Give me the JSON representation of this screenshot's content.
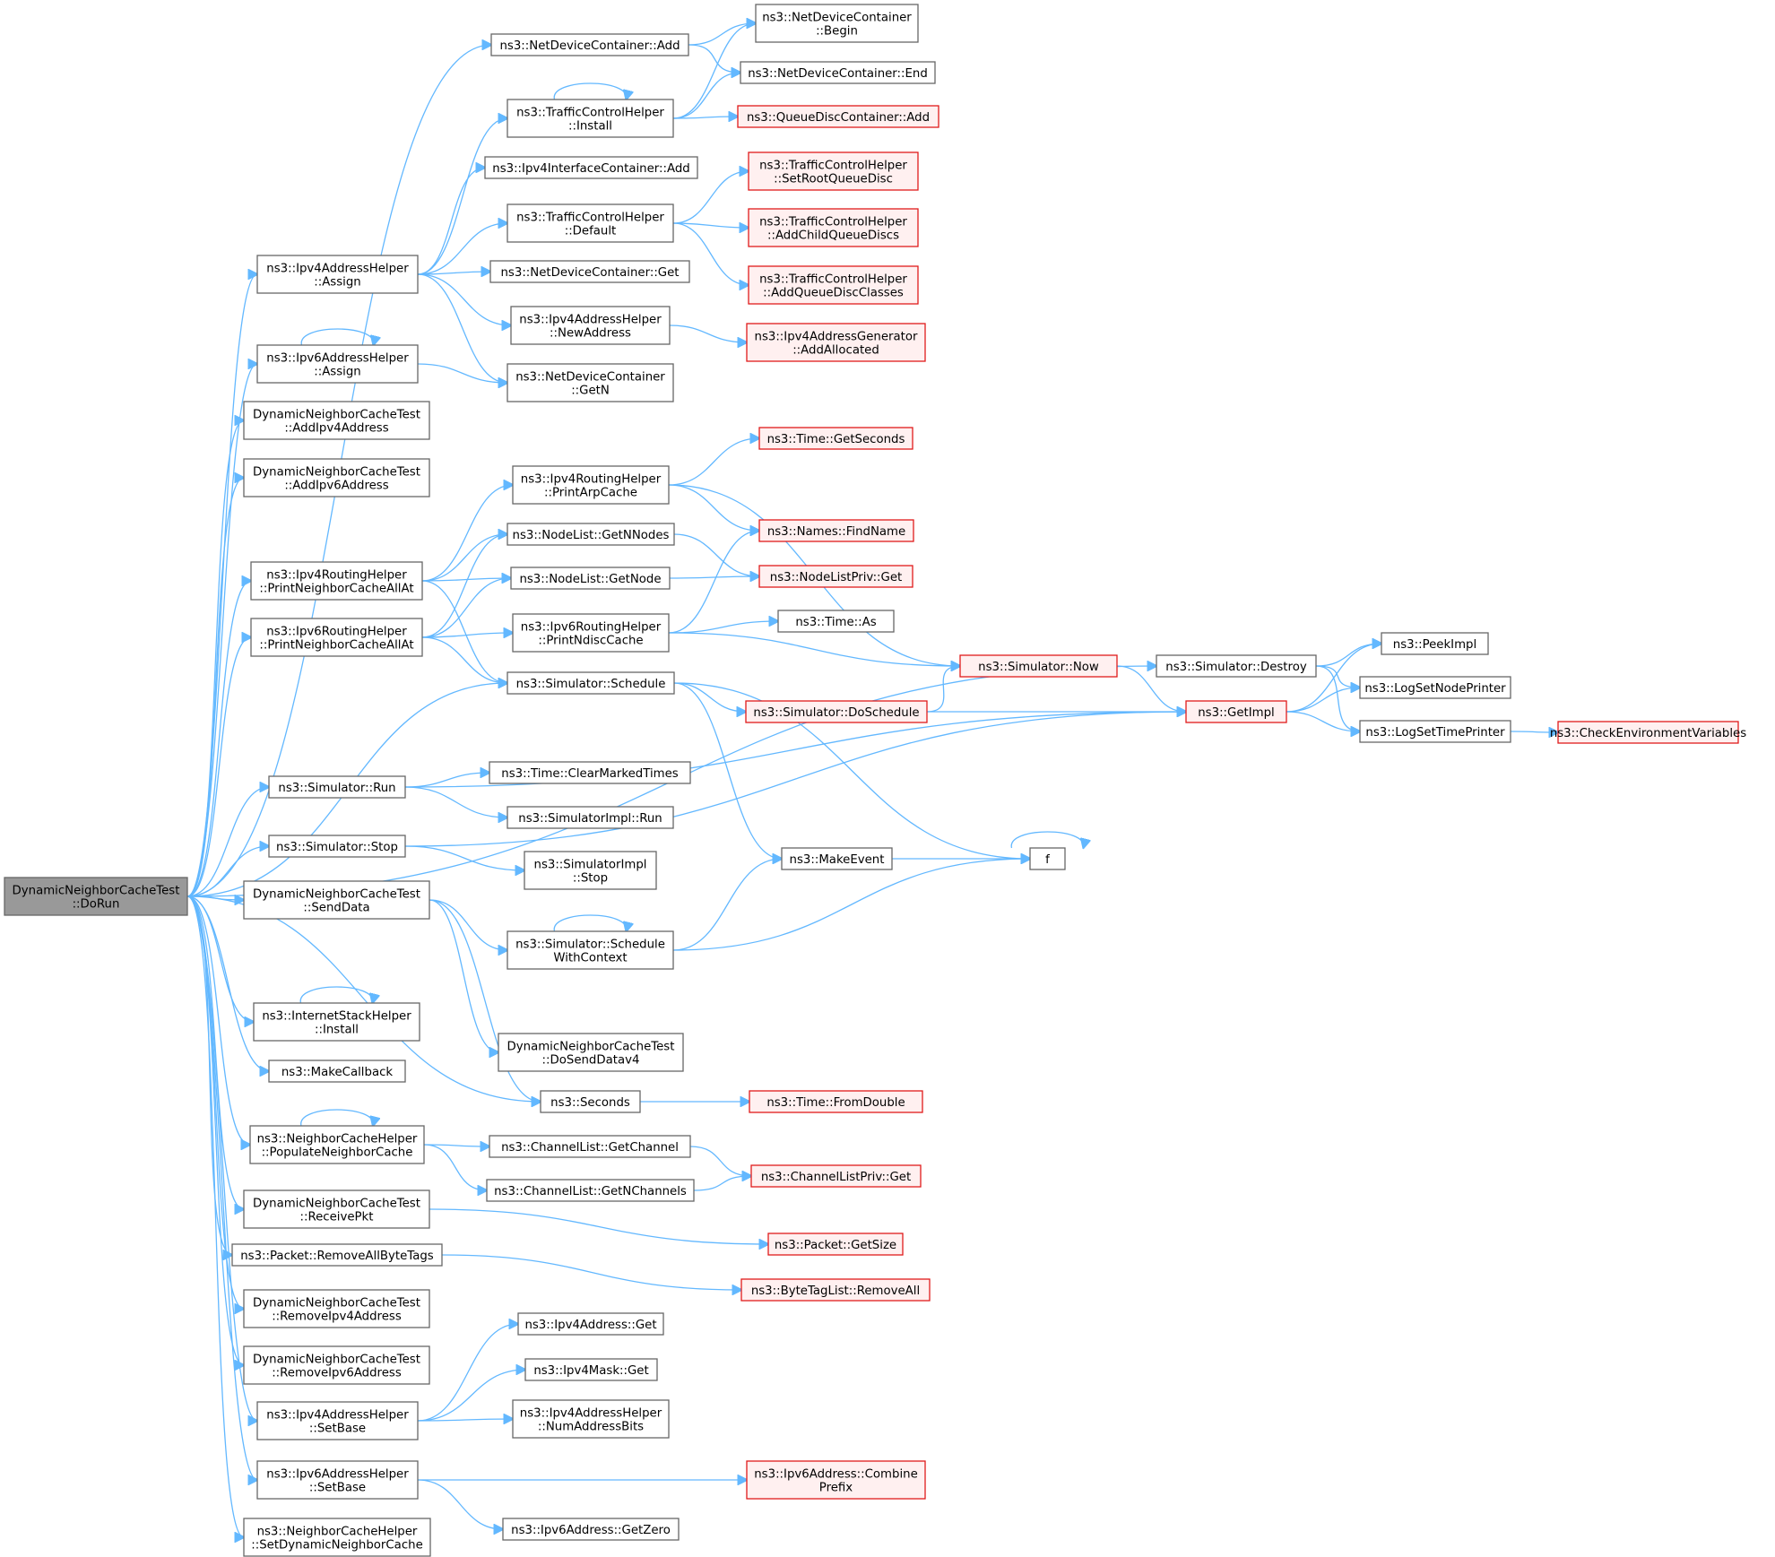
{
  "diagram": {
    "type": "call-graph",
    "nodes": [
      {
        "id": "doRun",
        "lines": [
          "DynamicNeighborCacheTest",
          "::DoRun"
        ],
        "style": "root"
      },
      {
        "id": "ndcAdd",
        "lines": [
          "ns3::NetDeviceContainer::Add"
        ],
        "style": "normal"
      },
      {
        "id": "ndcBegin",
        "lines": [
          "ns3::NetDeviceContainer",
          "::Begin"
        ],
        "style": "normal"
      },
      {
        "id": "ndcEnd",
        "lines": [
          "ns3::NetDeviceContainer::End"
        ],
        "style": "normal"
      },
      {
        "id": "tchInstall",
        "lines": [
          "ns3::TrafficControlHelper",
          "::Install"
        ],
        "style": "normal"
      },
      {
        "id": "qdcAdd",
        "lines": [
          "ns3::QueueDiscContainer::Add"
        ],
        "style": "red"
      },
      {
        "id": "iicAdd",
        "lines": [
          "ns3::Ipv4InterfaceContainer::Add"
        ],
        "style": "normal"
      },
      {
        "id": "tchSetRoot",
        "lines": [
          "ns3::TrafficControlHelper",
          "::SetRootQueueDisc"
        ],
        "style": "red"
      },
      {
        "id": "tchDefault",
        "lines": [
          "ns3::TrafficControlHelper",
          "::Default"
        ],
        "style": "normal"
      },
      {
        "id": "tchAddChild",
        "lines": [
          "ns3::TrafficControlHelper",
          "::AddChildQueueDiscs"
        ],
        "style": "red"
      },
      {
        "id": "ipv4ahAssign",
        "lines": [
          "ns3::Ipv4AddressHelper",
          "::Assign"
        ],
        "style": "normal"
      },
      {
        "id": "ndcGet",
        "lines": [
          "ns3::NetDeviceContainer::Get"
        ],
        "style": "normal"
      },
      {
        "id": "tchAddClasses",
        "lines": [
          "ns3::TrafficControlHelper",
          "::AddQueueDiscClasses"
        ],
        "style": "red"
      },
      {
        "id": "ipv4ahNewAddr",
        "lines": [
          "ns3::Ipv4AddressHelper",
          "::NewAddress"
        ],
        "style": "normal"
      },
      {
        "id": "ipv4agAddAlloc",
        "lines": [
          "ns3::Ipv4AddressGenerator",
          "::AddAllocated"
        ],
        "style": "red"
      },
      {
        "id": "ipv6ahAssign",
        "lines": [
          "ns3::Ipv6AddressHelper",
          "::Assign"
        ],
        "style": "normal"
      },
      {
        "id": "ndcGetN",
        "lines": [
          "ns3::NetDeviceContainer",
          "::GetN"
        ],
        "style": "normal"
      },
      {
        "id": "dnctAddIpv4",
        "lines": [
          "DynamicNeighborCacheTest",
          "::AddIpv4Address"
        ],
        "style": "normal"
      },
      {
        "id": "dnctAddIpv6",
        "lines": [
          "DynamicNeighborCacheTest",
          "::AddIpv6Address"
        ],
        "style": "normal"
      },
      {
        "id": "timeGetSeconds",
        "lines": [
          "ns3::Time::GetSeconds"
        ],
        "style": "red"
      },
      {
        "id": "ipv4rhPrintArp",
        "lines": [
          "ns3::Ipv4RoutingHelper",
          "::PrintArpCache"
        ],
        "style": "normal"
      },
      {
        "id": "namesFindName",
        "lines": [
          "ns3::Names::FindName"
        ],
        "style": "red"
      },
      {
        "id": "nlGetNNodes",
        "lines": [
          "ns3::NodeList::GetNNodes"
        ],
        "style": "normal"
      },
      {
        "id": "ipv4rhPrintNC",
        "lines": [
          "ns3::Ipv4RoutingHelper",
          "::PrintNeighborCacheAllAt"
        ],
        "style": "normal"
      },
      {
        "id": "nlGetNode",
        "lines": [
          "ns3::NodeList::GetNode"
        ],
        "style": "normal"
      },
      {
        "id": "nlpGet",
        "lines": [
          "ns3::NodeListPriv::Get"
        ],
        "style": "red"
      },
      {
        "id": "ipv6rhPrintNC",
        "lines": [
          "ns3::Ipv6RoutingHelper",
          "::PrintNeighborCacheAllAt"
        ],
        "style": "normal"
      },
      {
        "id": "ipv6rhPrintNdisc",
        "lines": [
          "ns3::Ipv6RoutingHelper",
          "::PrintNdiscCache"
        ],
        "style": "normal"
      },
      {
        "id": "timeAs",
        "lines": [
          "ns3::Time::As"
        ],
        "style": "normal"
      },
      {
        "id": "simDestroy",
        "lines": [
          "ns3::Simulator::Destroy"
        ],
        "style": "normal"
      },
      {
        "id": "peekImpl",
        "lines": [
          "ns3::PeekImpl"
        ],
        "style": "normal"
      },
      {
        "id": "simNow",
        "lines": [
          "ns3::Simulator::Now"
        ],
        "style": "red"
      },
      {
        "id": "logSetNodePrinter",
        "lines": [
          "ns3::LogSetNodePrinter"
        ],
        "style": "normal"
      },
      {
        "id": "simSchedule",
        "lines": [
          "ns3::Simulator::Schedule"
        ],
        "style": "normal"
      },
      {
        "id": "simDoSchedule",
        "lines": [
          "ns3::Simulator::DoSchedule"
        ],
        "style": "red"
      },
      {
        "id": "getImpl",
        "lines": [
          "ns3::GetImpl"
        ],
        "style": "red"
      },
      {
        "id": "logSetTimePrinter",
        "lines": [
          "ns3::LogSetTimePrinter"
        ],
        "style": "normal"
      },
      {
        "id": "checkEnv",
        "lines": [
          "ns3::CheckEnvironmentVariables"
        ],
        "style": "red"
      },
      {
        "id": "simRun",
        "lines": [
          "ns3::Simulator::Run"
        ],
        "style": "normal"
      },
      {
        "id": "timeClearMarked",
        "lines": [
          "ns3::Time::ClearMarkedTimes"
        ],
        "style": "normal"
      },
      {
        "id": "simImplRun",
        "lines": [
          "ns3::SimulatorImpl::Run"
        ],
        "style": "normal"
      },
      {
        "id": "simStop",
        "lines": [
          "ns3::Simulator::Stop"
        ],
        "style": "normal"
      },
      {
        "id": "simImplStop",
        "lines": [
          "ns3::SimulatorImpl",
          "::Stop"
        ],
        "style": "normal"
      },
      {
        "id": "makeEvent",
        "lines": [
          "ns3::MakeEvent"
        ],
        "style": "normal"
      },
      {
        "id": "f",
        "lines": [
          "f"
        ],
        "style": "normal"
      },
      {
        "id": "dnctSendData",
        "lines": [
          "DynamicNeighborCacheTest",
          "::SendData"
        ],
        "style": "normal"
      },
      {
        "id": "simScheduleWC",
        "lines": [
          "ns3::Simulator::Schedule",
          "WithContext"
        ],
        "style": "normal"
      },
      {
        "id": "ishInstall",
        "lines": [
          "ns3::InternetStackHelper",
          "::Install"
        ],
        "style": "normal"
      },
      {
        "id": "dnctDoSendV4",
        "lines": [
          "DynamicNeighborCacheTest",
          "::DoSendDatav4"
        ],
        "style": "normal"
      },
      {
        "id": "makeCallback",
        "lines": [
          "ns3::MakeCallback"
        ],
        "style": "normal"
      },
      {
        "id": "seconds",
        "lines": [
          "ns3::Seconds"
        ],
        "style": "normal"
      },
      {
        "id": "timeFromDouble",
        "lines": [
          "ns3::Time::FromDouble"
        ],
        "style": "red"
      },
      {
        "id": "nchPopulate",
        "lines": [
          "ns3::NeighborCacheHelper",
          "::PopulateNeighborCache"
        ],
        "style": "normal"
      },
      {
        "id": "clGetChannel",
        "lines": [
          "ns3::ChannelList::GetChannel"
        ],
        "style": "normal"
      },
      {
        "id": "clpGet",
        "lines": [
          "ns3::ChannelListPriv::Get"
        ],
        "style": "red"
      },
      {
        "id": "clGetNChannels",
        "lines": [
          "ns3::ChannelList::GetNChannels"
        ],
        "style": "normal"
      },
      {
        "id": "dnctReceivePkt",
        "lines": [
          "DynamicNeighborCacheTest",
          "::ReceivePkt"
        ],
        "style": "normal"
      },
      {
        "id": "pktGetSize",
        "lines": [
          "ns3::Packet::GetSize"
        ],
        "style": "red"
      },
      {
        "id": "pktRemoveAllBT",
        "lines": [
          "ns3::Packet::RemoveAllByteTags"
        ],
        "style": "normal"
      },
      {
        "id": "btlRemoveAll",
        "lines": [
          "ns3::ByteTagList::RemoveAll"
        ],
        "style": "red"
      },
      {
        "id": "dnctRemoveIpv4",
        "lines": [
          "DynamicNeighborCacheTest",
          "::RemoveIpv4Address"
        ],
        "style": "normal"
      },
      {
        "id": "dnctRemoveIpv6",
        "lines": [
          "DynamicNeighborCacheTest",
          "::RemoveIpv6Address"
        ],
        "style": "normal"
      },
      {
        "id": "ipv4aGet",
        "lines": [
          "ns3::Ipv4Address::Get"
        ],
        "style": "normal"
      },
      {
        "id": "ipv4mGet",
        "lines": [
          "ns3::Ipv4Mask::Get"
        ],
        "style": "normal"
      },
      {
        "id": "ipv4ahSetBase",
        "lines": [
          "ns3::Ipv4AddressHelper",
          "::SetBase"
        ],
        "style": "normal"
      },
      {
        "id": "ipv4ahNumBits",
        "lines": [
          "ns3::Ipv4AddressHelper",
          "::NumAddressBits"
        ],
        "style": "normal"
      },
      {
        "id": "ipv6ahSetBase",
        "lines": [
          "ns3::Ipv6AddressHelper",
          "::SetBase"
        ],
        "style": "normal"
      },
      {
        "id": "ipv6aCombine",
        "lines": [
          "ns3::Ipv6Address::Combine",
          "Prefix"
        ],
        "style": "red"
      },
      {
        "id": "ipv6aGetZero",
        "lines": [
          "ns3::Ipv6Address::GetZero"
        ],
        "style": "normal"
      },
      {
        "id": "nchSetDynamic",
        "lines": [
          "ns3::NeighborCacheHelper",
          "::SetDynamicNeighborCache"
        ],
        "style": "normal"
      }
    ],
    "edges": [
      [
        "doRun",
        "ndcAdd"
      ],
      [
        "doRun",
        "ipv4ahAssign"
      ],
      [
        "doRun",
        "ipv6ahAssign"
      ],
      [
        "doRun",
        "dnctAddIpv4"
      ],
      [
        "doRun",
        "dnctAddIpv6"
      ],
      [
        "doRun",
        "simDestroy"
      ],
      [
        "doRun",
        "ipv4rhPrintNC"
      ],
      [
        "doRun",
        "ipv6rhPrintNC"
      ],
      [
        "doRun",
        "simSchedule"
      ],
      [
        "doRun",
        "simRun"
      ],
      [
        "doRun",
        "simStop"
      ],
      [
        "doRun",
        "dnctSendData"
      ],
      [
        "doRun",
        "seconds"
      ],
      [
        "doRun",
        "ishInstall"
      ],
      [
        "doRun",
        "makeCallback"
      ],
      [
        "doRun",
        "nchPopulate"
      ],
      [
        "doRun",
        "dnctReceivePkt"
      ],
      [
        "doRun",
        "pktRemoveAllBT"
      ],
      [
        "doRun",
        "dnctRemoveIpv4"
      ],
      [
        "doRun",
        "dnctRemoveIpv6"
      ],
      [
        "doRun",
        "ipv4ahSetBase"
      ],
      [
        "doRun",
        "ipv6ahSetBase"
      ],
      [
        "doRun",
        "nchSetDynamic"
      ],
      [
        "ndcAdd",
        "ndcBegin"
      ],
      [
        "ndcAdd",
        "ndcEnd"
      ],
      [
        "tchInstall",
        "tchInstall"
      ],
      [
        "tchInstall",
        "ndcBegin"
      ],
      [
        "tchInstall",
        "ndcEnd"
      ],
      [
        "tchInstall",
        "qdcAdd"
      ],
      [
        "tchDefault",
        "tchSetRoot"
      ],
      [
        "tchDefault",
        "tchAddChild"
      ],
      [
        "tchDefault",
        "tchAddClasses"
      ],
      [
        "ipv4ahAssign",
        "tchInstall"
      ],
      [
        "ipv4ahAssign",
        "iicAdd"
      ],
      [
        "ipv4ahAssign",
        "tchDefault"
      ],
      [
        "ipv4ahAssign",
        "ndcGet"
      ],
      [
        "ipv4ahAssign",
        "ipv4ahNewAddr"
      ],
      [
        "ipv4ahAssign",
        "ndcGetN"
      ],
      [
        "ipv4ahNewAddr",
        "ipv4agAddAlloc"
      ],
      [
        "ipv6ahAssign",
        "ipv6ahAssign"
      ],
      [
        "ipv6ahAssign",
        "ndcGetN"
      ],
      [
        "ipv4rhPrintArp",
        "timeGetSeconds"
      ],
      [
        "ipv4rhPrintArp",
        "namesFindName"
      ],
      [
        "ipv4rhPrintArp",
        "simNow"
      ],
      [
        "ipv4rhPrintNC",
        "ipv4rhPrintArp"
      ],
      [
        "ipv4rhPrintNC",
        "nlGetNNodes"
      ],
      [
        "ipv4rhPrintNC",
        "nlGetNode"
      ],
      [
        "ipv4rhPrintNC",
        "simSchedule"
      ],
      [
        "nlGetNNodes",
        "nlpGet"
      ],
      [
        "nlGetNode",
        "nlpGet"
      ],
      [
        "ipv6rhPrintNC",
        "nlGetNNodes"
      ],
      [
        "ipv6rhPrintNC",
        "nlGetNode"
      ],
      [
        "ipv6rhPrintNC",
        "ipv6rhPrintNdisc"
      ],
      [
        "ipv6rhPrintNC",
        "simSchedule"
      ],
      [
        "ipv6rhPrintNdisc",
        "namesFindName"
      ],
      [
        "ipv6rhPrintNdisc",
        "timeAs"
      ],
      [
        "ipv6rhPrintNdisc",
        "simNow"
      ],
      [
        "simDestroy",
        "peekImpl"
      ],
      [
        "simDestroy",
        "logSetNodePrinter"
      ],
      [
        "simDestroy",
        "logSetTimePrinter"
      ],
      [
        "simNow",
        "getImpl"
      ],
      [
        "simSchedule",
        "simDoSchedule"
      ],
      [
        "simSchedule",
        "makeEvent"
      ],
      [
        "simSchedule",
        "f"
      ],
      [
        "simDoSchedule",
        "simNow"
      ],
      [
        "simDoSchedule",
        "getImpl"
      ],
      [
        "getImpl",
        "peekImpl"
      ],
      [
        "getImpl",
        "logSetNodePrinter"
      ],
      [
        "getImpl",
        "logSetTimePrinter"
      ],
      [
        "logSetTimePrinter",
        "checkEnv"
      ],
      [
        "simRun",
        "getImpl"
      ],
      [
        "simRun",
        "timeClearMarked"
      ],
      [
        "simRun",
        "simImplRun"
      ],
      [
        "simStop",
        "simImplStop"
      ],
      [
        "simStop",
        "getImpl"
      ],
      [
        "makeEvent",
        "f"
      ],
      [
        "f",
        "f"
      ],
      [
        "dnctSendData",
        "simScheduleWC"
      ],
      [
        "dnctSendData",
        "dnctDoSendV4"
      ],
      [
        "dnctSendData",
        "seconds"
      ],
      [
        "simScheduleWC",
        "simScheduleWC"
      ],
      [
        "simScheduleWC",
        "makeEvent"
      ],
      [
        "simScheduleWC",
        "f"
      ],
      [
        "ishInstall",
        "ishInstall"
      ],
      [
        "seconds",
        "timeFromDouble"
      ],
      [
        "nchPopulate",
        "nchPopulate"
      ],
      [
        "nchPopulate",
        "clGetChannel"
      ],
      [
        "nchPopulate",
        "clGetNChannels"
      ],
      [
        "clGetChannel",
        "clpGet"
      ],
      [
        "clGetNChannels",
        "clpGet"
      ],
      [
        "dnctReceivePkt",
        "pktGetSize"
      ],
      [
        "pktRemoveAllBT",
        "btlRemoveAll"
      ],
      [
        "ipv4ahSetBase",
        "ipv4aGet"
      ],
      [
        "ipv4ahSetBase",
        "ipv4mGet"
      ],
      [
        "ipv4ahSetBase",
        "ipv4ahNumBits"
      ],
      [
        "ipv6ahSetBase",
        "ipv6aCombine"
      ],
      [
        "ipv6ahSetBase",
        "ipv6aGetZero"
      ]
    ]
  }
}
